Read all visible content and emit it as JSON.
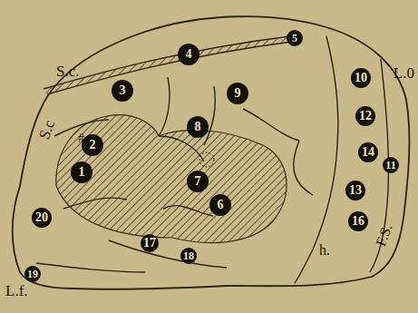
{
  "diagram": {
    "nodes": [
      {
        "text": [
          "5"
        ]
      },
      {
        "text": [
          "4"
        ]
      },
      {
        "text": [
          "10"
        ]
      },
      {
        "text": [
          "3"
        ]
      },
      {
        "text": [
          "9"
        ]
      },
      {
        "text": [
          "8"
        ]
      },
      {
        "text": [
          "12"
        ]
      },
      {
        "text": [
          "14"
        ]
      },
      {
        "text": [
          "11"
        ]
      },
      {
        "text": [
          "2"
        ]
      },
      {
        "text": [
          "1"
        ]
      },
      {
        "text": [
          "7"
        ]
      },
      {
        "text": [
          "13"
        ]
      },
      {
        "text": [
          "6"
        ]
      },
      {
        "text": [
          "16"
        ]
      },
      {
        "text": [
          "20"
        ]
      },
      {
        "text": [
          "17"
        ]
      },
      {
        "text": [
          "18"
        ]
      },
      {
        "text": [
          "19"
        ]
      }
    ],
    "labels": [
      "S.c.",
      "S.c",
      "#",
      "L.0",
      "F.S.",
      "h.",
      "L.f."
    ]
  }
}
